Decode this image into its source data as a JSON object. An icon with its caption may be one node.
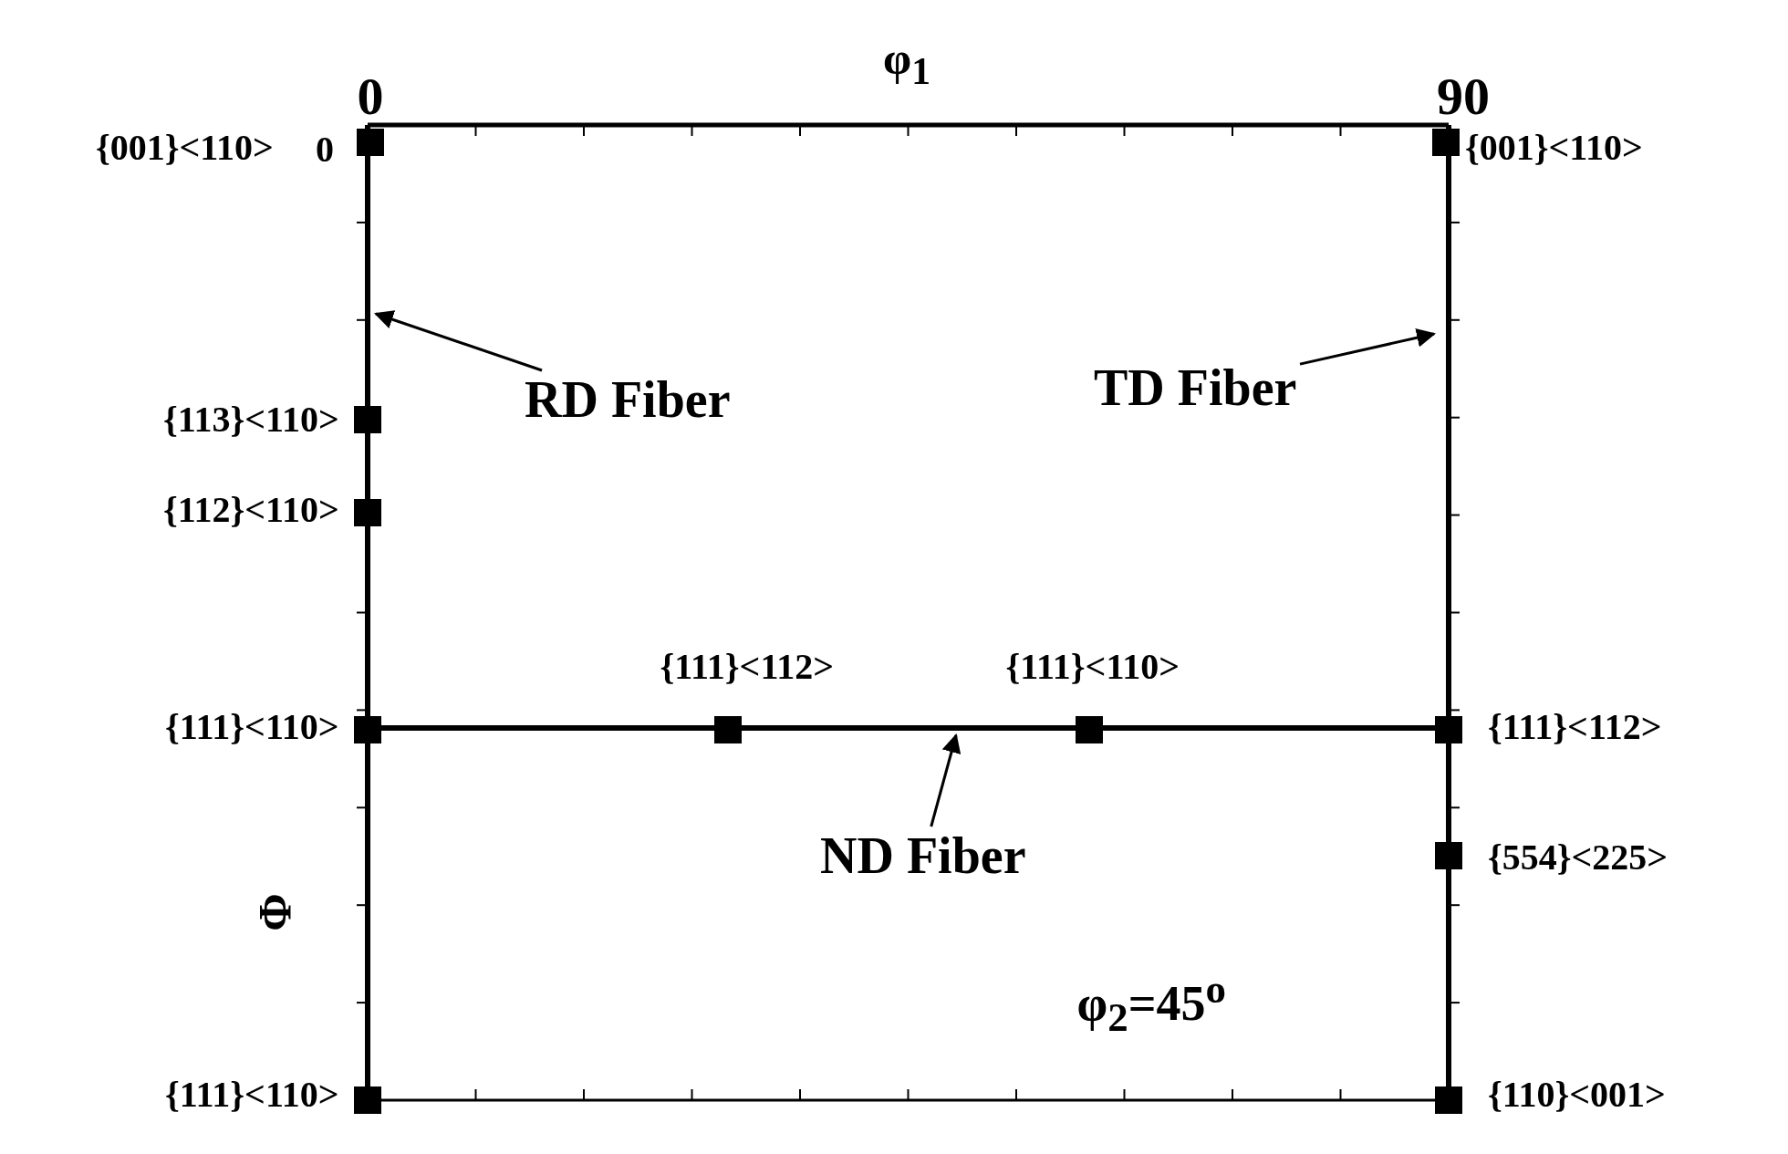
{
  "diagram": {
    "nodes": [
      {
        "text": [
          "RD Fiber"
        ]
      },
      {
        "text": [
          "TD Fiber"
        ]
      },
      {
        "text": [
          "ND Fiber"
        ]
      }
    ],
    "edges": [
      {
        "from": 0,
        "to": null,
        "arrow": "to"
      },
      {
        "from": 1,
        "to": null,
        "arrow": "to"
      },
      {
        "from": 2,
        "to": null,
        "arrow": "to"
      }
    ],
    "labels": [
      "φ$_{1}$",
      "0",
      "90",
      "{001}<110>",
      "0",
      "{001}<110>",
      "{113}<110>",
      "{112}<110>",
      "{111}<112>",
      "{111}<110>",
      "{111}<110>",
      "{111}<112>",
      "{554}<225>",
      "Φ",
      "φ$_{2}$=45$^{o}$",
      "{111}<110>",
      "{110}<001>"
    ]
  }
}
